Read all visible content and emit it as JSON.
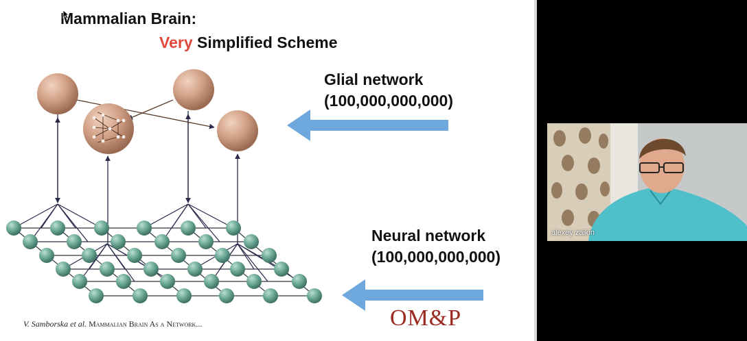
{
  "slide": {
    "title_line1": "Mammalian Brain:",
    "title_accent": "Very",
    "title_rest": " Simplified Scheme",
    "glial_label": "Glial network",
    "glial_count": "(100,000,000,000)",
    "neural_label": "Neural network",
    "neural_count": "(100,000,000,000)",
    "citation_authors": "V. Samborska et al. ",
    "citation_title": "Mammalian Brain As a Network...",
    "logo": "OM&P"
  },
  "video": {
    "participant_name": "alexey zaikin"
  },
  "colors": {
    "accent": "#e2473b",
    "arrow": "#6fa8dc",
    "glial": "#c89478",
    "neuron": "#5e9c8b",
    "logo": "#9b2a22"
  },
  "icons": [
    "cursor-icon",
    "left-arrow-icon"
  ]
}
